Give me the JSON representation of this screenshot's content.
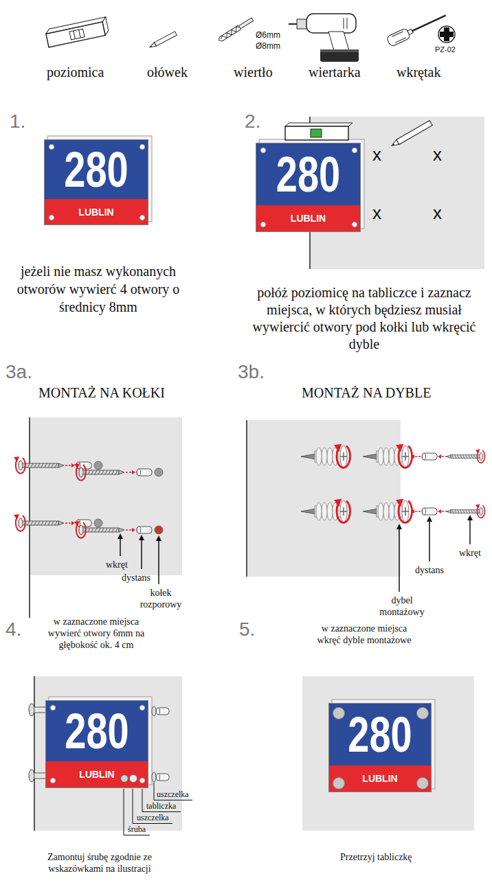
{
  "diagram": {
    "nodes": [
      {
        "text": [
          "280",
          "LUBLIN"
        ]
      },
      {
        "text": [
          "280",
          "LUBLIN"
        ]
      },
      {
        "text": [
          "280",
          "LUBLIN"
        ]
      },
      {
        "text": [
          "280",
          "LUBLIN"
        ]
      }
    ],
    "labels": [
      "poziomica",
      "ołówek",
      "wiertło",
      "wiertarka",
      "wkrętak",
      "Ø6mm",
      "Ø8mm",
      "PZ-02",
      "1.",
      "jeżeli nie masz wykonanych otworów wywierć 4 otwory o średnicy 8mm",
      "2.",
      "x",
      "x",
      "x",
      "x",
      "połóż poziomicę na tabliczce i zaznacz miejsca, w których będziesz musiał wywiercić otwory pod kołki lub wkręcić dyble",
      "3a.",
      "MONTAŻ NA KOŁKI",
      "wkręt",
      "dystans",
      "kołek rozporowy",
      "3b.",
      "MONTAŻ NA DYBLE",
      "wkręt",
      "dystans",
      "dybel montażowy",
      "4.",
      "w zaznaczone miejsca wywierć otwory 6mm na głębokość ok. 4 cm",
      "5.",
      "w zaznaczone miejsca wkręć dyble montażowe",
      "uszczelka",
      "tabliczka",
      "uszczelka",
      "śruba",
      "Zamontuj śrubę zgodnie ze wskazówkami na ilustracji",
      "Przetrzyj tabliczkę"
    ]
  }
}
